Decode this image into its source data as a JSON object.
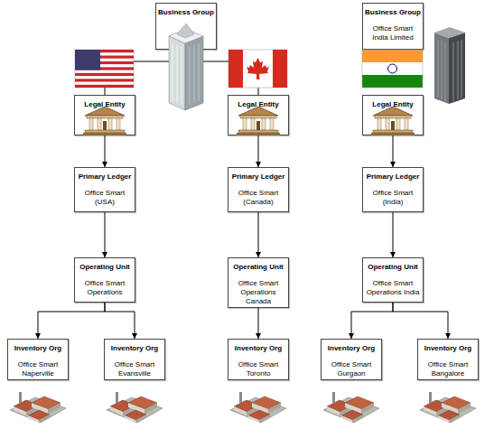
{
  "diagram": {
    "nodes": [
      {
        "text": [
          "Business Group"
        ]
      },
      {
        "text": [
          "Business Group",
          "Office Smart India Limited"
        ]
      },
      {
        "text": [
          "Legal Entity"
        ]
      },
      {
        "text": [
          "Legal Entity"
        ]
      },
      {
        "text": [
          "Legal Entity"
        ]
      },
      {
        "text": [
          "Primary Ledger",
          "Office Smart (USA)"
        ]
      },
      {
        "text": [
          "Primary Ledger",
          "Office Smart (Canada)"
        ]
      },
      {
        "text": [
          "Primary Ledger",
          "Office Smart (India)"
        ]
      },
      {
        "text": [
          "Operating Unit",
          "Office Smart Operations"
        ]
      },
      {
        "text": [
          "Operating Unit",
          "Office Smart Operations Canada"
        ]
      },
      {
        "text": [
          "Operating Unit",
          "Office Smart Operations India"
        ]
      },
      {
        "text": [
          "Inventory Org",
          "Office Smart Naperville"
        ]
      },
      {
        "text": [
          "Inventory Org",
          "Office Smart Evansville"
        ]
      },
      {
        "text": [
          "Inventory Org",
          "Office Smart Toronto"
        ]
      },
      {
        "text": [
          "Inventory Org",
          "Office Smart Gurgaon"
        ]
      },
      {
        "text": [
          "Inventory Org",
          "Office Smart Bangalore"
        ]
      }
    ],
    "edges": [
      {
        "from": 0,
        "to": 2,
        "arrow": "none"
      },
      {
        "from": 0,
        "to": 3,
        "arrow": "none"
      },
      {
        "from": 2,
        "to": 5,
        "arrow": "to"
      },
      {
        "from": 3,
        "to": 6,
        "arrow": "to"
      },
      {
        "from": 4,
        "to": 7,
        "arrow": "to"
      },
      {
        "from": 5,
        "to": 8,
        "arrow": "to"
      },
      {
        "from": 6,
        "to": 9,
        "arrow": "to"
      },
      {
        "from": 7,
        "to": 10,
        "arrow": "to"
      },
      {
        "from": 8,
        "to": 11,
        "arrow": "to"
      },
      {
        "from": 8,
        "to": 12,
        "arrow": "to"
      },
      {
        "from": 9,
        "to": 13,
        "arrow": "to"
      },
      {
        "from": 10,
        "to": 14,
        "arrow": "to"
      },
      {
        "from": 10,
        "to": 15,
        "arrow": "to"
      }
    ]
  }
}
